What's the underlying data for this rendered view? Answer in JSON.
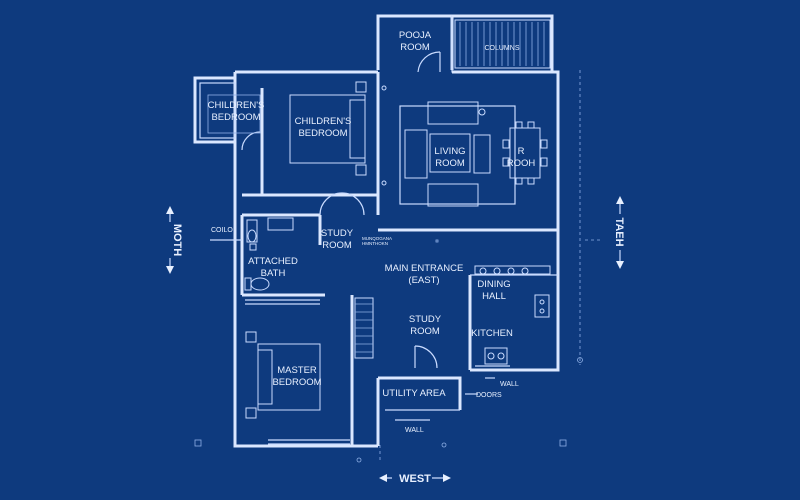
{
  "colors": {
    "background": "#0e3a7e",
    "lines": "#dbe7ff"
  },
  "rooms": {
    "pooja_1": "POOJA",
    "pooja_2": "ROOM",
    "columns": "COLUMNS",
    "childrens_bedroom_left_1": "CHILDREN'S",
    "childrens_bedroom_left_2": "BEDROOM",
    "childrens_bedroom_center_1": "CHILDREN'S",
    "childrens_bedroom_center_2": "BEDROOM",
    "living_1": "LIVING",
    "living_2": "ROOM",
    "r_room_1": "R",
    "r_room_2": "ROOH",
    "study_top_1": "STUDY",
    "study_top_2": "ROOM",
    "attached_bath_1": "ATTACHED",
    "attached_bath_2": "BATH",
    "main_entrance_1": "MAIN ENTRANCE",
    "main_entrance_2": "(EAST)",
    "dining_1": "DINING",
    "dining_2": "HALL",
    "study_mid_1": "STUDY",
    "study_mid_2": "ROOM",
    "kitchen": "KITCHEN",
    "master_1": "MASTER",
    "master_2": "BEDROOM",
    "utility": "UTILITY AREA"
  },
  "annotations": {
    "coilo": "COILO",
    "scribble_1": "MUNQOGANA",
    "scribble_2": "HMNTHOKN",
    "wall_right": "WALL",
    "doors": "DOORS",
    "wall_bottom": "WALL"
  },
  "compass": {
    "left": "MOTH",
    "right": "TAEH",
    "bottom": "WEST"
  }
}
